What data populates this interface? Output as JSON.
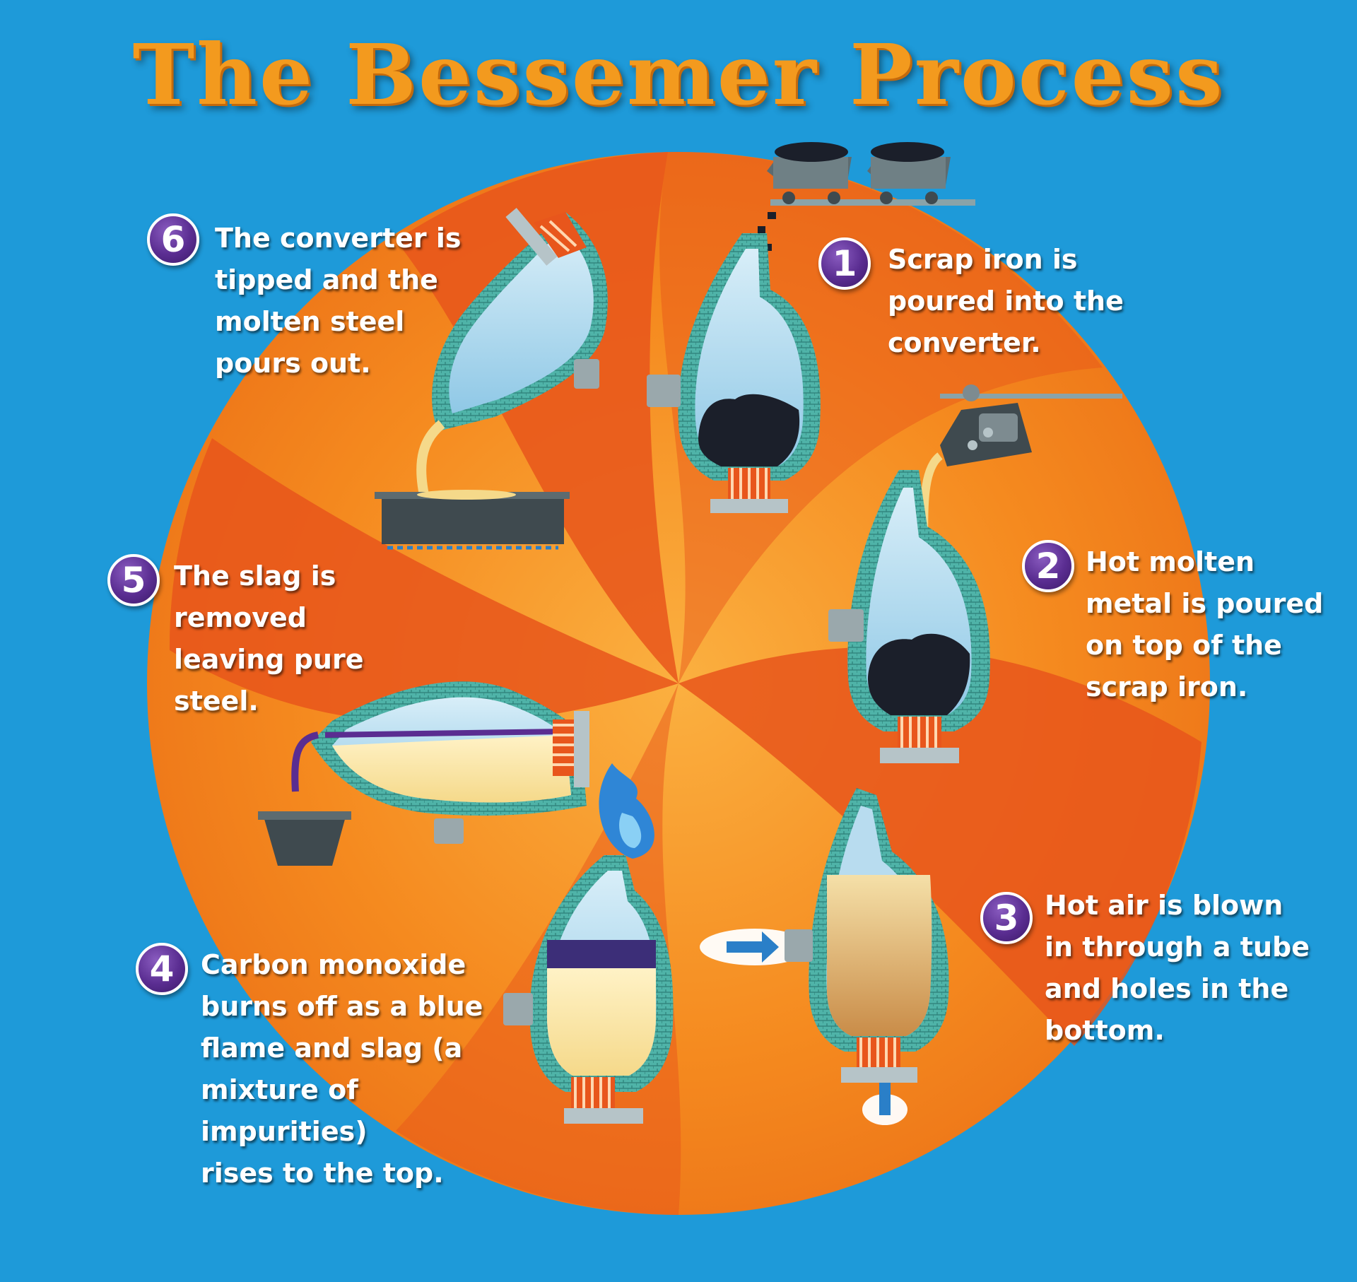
{
  "title": "The Bessemer Process",
  "colors": {
    "background": "#1e9ad9",
    "wheel_orange": "#f58a1f",
    "wheel_dark_orange": "#e8561c",
    "converter_wall": "#4fb3a8",
    "badge_purple": "#5a2d91",
    "title_orange": "#f39a1e"
  },
  "steps": [
    {
      "number": "1",
      "lines": [
        "Scrap iron is",
        "poured into the",
        "converter."
      ]
    },
    {
      "number": "2",
      "lines": [
        "Hot molten",
        "metal is poured",
        "on top of the",
        "scrap iron."
      ]
    },
    {
      "number": "3",
      "lines": [
        "Hot air is blown",
        "in through a tube",
        "and holes in the",
        "bottom."
      ]
    },
    {
      "number": "4",
      "lines": [
        "Carbon monoxide",
        "burns off as a blue",
        "flame and slag (a",
        "mixture of impurities)",
        "rises to the top."
      ]
    },
    {
      "number": "5",
      "lines": [
        "The slag is",
        "removed",
        "leaving pure",
        "steel."
      ]
    },
    {
      "number": "6",
      "lines": [
        "The converter is",
        "tipped and the",
        "molten steel",
        "pours out."
      ]
    }
  ],
  "icons": [
    "rail-car-icon",
    "ladle-icon",
    "air-arrow-icon",
    "blue-flame-icon",
    "slag-bucket-icon",
    "steel-mold-icon"
  ]
}
